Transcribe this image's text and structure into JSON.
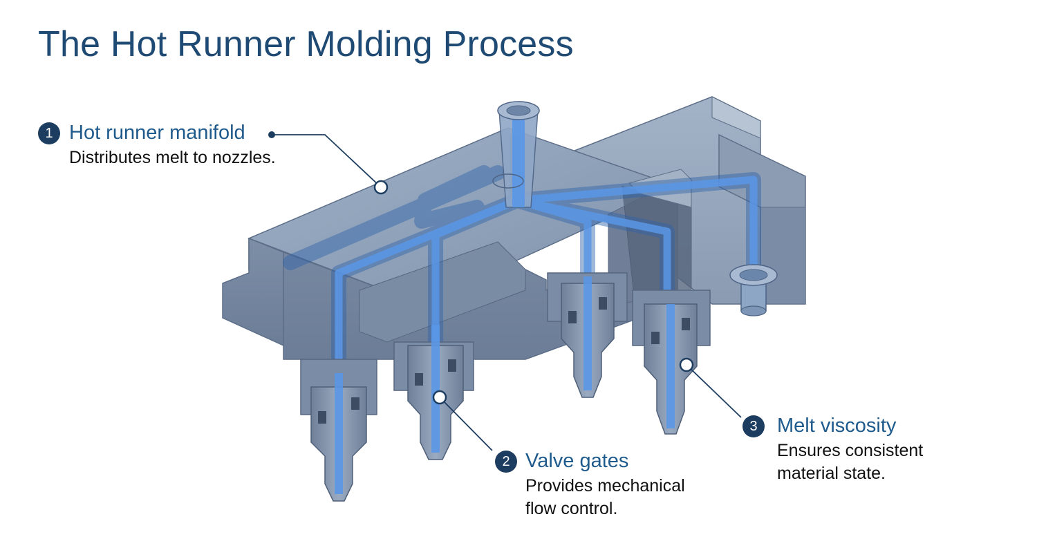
{
  "title": "The Hot Runner Molding Process",
  "callouts": [
    {
      "number": "1",
      "title": "Hot runner manifold",
      "desc_lines": [
        "Distributes melt to nozzles."
      ]
    },
    {
      "number": "2",
      "title": "Valve gates",
      "desc_lines": [
        "Provides mechanical",
        "flow control."
      ]
    },
    {
      "number": "3",
      "title": "Melt viscosity",
      "desc_lines": [
        "Ensures consistent",
        "material state."
      ]
    }
  ],
  "colors": {
    "title": "#1e4a73",
    "badge": "#1c3d5f",
    "callout_title": "#1e5a8c",
    "manifold_body": "#8a9cb4",
    "melt_channel": "#4a86d6"
  }
}
